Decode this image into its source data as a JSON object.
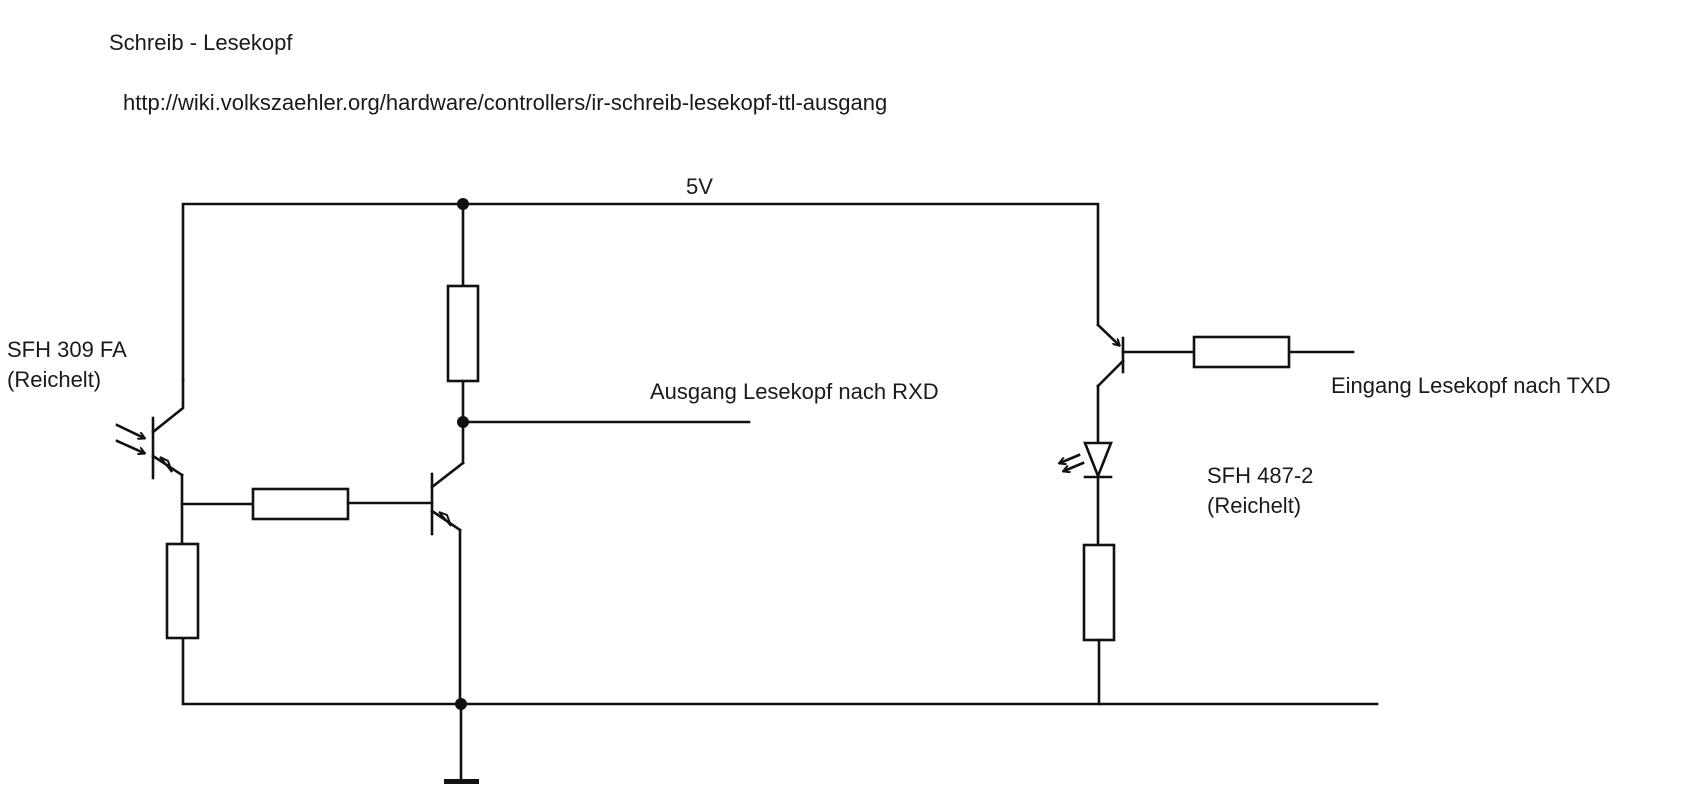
{
  "title": "Schreib - Lesekopf",
  "url": "http://wiki.volkszaehler.org/hardware/controllers/ir-schreib-lesekopf-ttl-ausgang",
  "supply_label": "5V",
  "output_label": "Ausgang Lesekopf nach RXD",
  "input_label": "Eingang Lesekopf nach TXD",
  "phototransistor": {
    "part": "SFH 309 FA",
    "vendor": "(Reichelt)"
  },
  "ir_led": {
    "part": "SFH 487-2",
    "vendor": "(Reichelt)"
  },
  "colors": {
    "ink": "#111111",
    "background": "#ffffff"
  }
}
